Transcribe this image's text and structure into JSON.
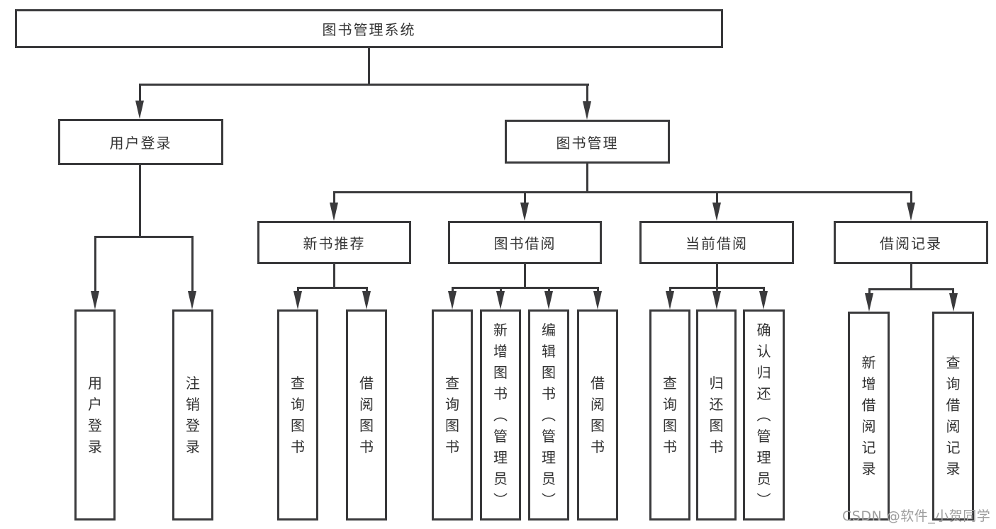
{
  "tree": {
    "root": {
      "label": "图书管理系统"
    },
    "branches": [
      {
        "label": "用户登录",
        "children": [
          {
            "label": "用户登录"
          },
          {
            "label": "注销登录"
          }
        ]
      },
      {
        "label": "图书管理",
        "children": [
          {
            "label": "新书推荐",
            "children": [
              {
                "label": "查询图书"
              },
              {
                "label": "借阅图书"
              }
            ]
          },
          {
            "label": "图书借阅",
            "children": [
              {
                "label": "查询图书"
              },
              {
                "label": "新增图书（管理员）"
              },
              {
                "label": "编辑图书（管理员）"
              },
              {
                "label": "借阅图书"
              }
            ]
          },
          {
            "label": "当前借阅",
            "children": [
              {
                "label": "查询图书"
              },
              {
                "label": "归还图书"
              },
              {
                "label": "确认归还（管理员）"
              }
            ]
          },
          {
            "label": "借阅记录",
            "children": [
              {
                "label": "新增借阅记录"
              },
              {
                "label": "查询借阅记录"
              }
            ]
          }
        ]
      }
    ]
  },
  "watermark": {
    "text": "CSDN @软件_小贺同学"
  },
  "colors": {
    "line": "#3a3a3c",
    "text": "#333333",
    "watermark": "#9e9e9e",
    "background": "#ffffff"
  }
}
